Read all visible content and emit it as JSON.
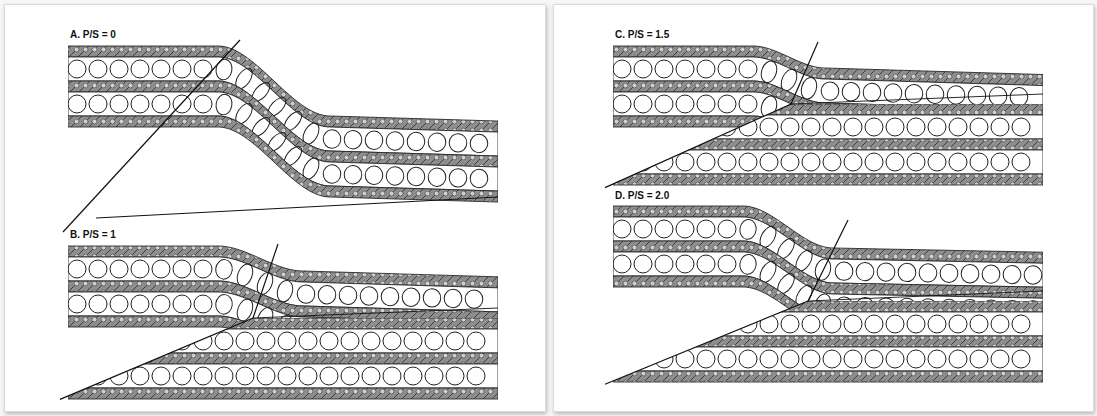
{
  "diagram": {
    "labels": [
      "A. P/S = 0",
      "B. P/S = 1",
      "C. P/S = 1.5",
      "D. P/S = 2.0"
    ]
  }
}
